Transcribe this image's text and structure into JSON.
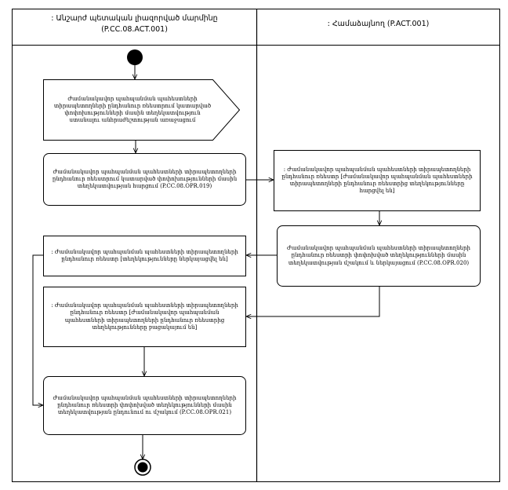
{
  "lanes": {
    "left": {
      "title": ": Անշարժ պետական լիազորված մարմինը",
      "code": "(P.CC.08.ACT.001)"
    },
    "right": {
      "title": ": Համաձայնող (P.ACT.001)"
    }
  },
  "nodes": {
    "signal_send": "Ժամանակավոր պահպանման պահեստների տիրապետողների ընդհանուր ռեեստրում կատարված փոփոխությունների մասին տեղեկատվություն ստանալու անհրաժեշտության առաջացում",
    "request": "Ժամանակավոր պահպանման պահեստների տիրապետողների ընդհանուր ռեեստրում կատարված փոփոխությունների մասին տեղեկատվության հարցում (P.CC.08.OPR.019)",
    "right_state": ": Ժամանակավոր պահպանման պահեստների տիրապետողների ընդհանուր ռեեստր [Ժամանակավոր պահպանման պահեստների տիրապետողների ընդհանուր ռեեստրից տեղեկությունները հարցվել են]",
    "right_action": "Ժամանակավոր պահպանման պահեստների տիրապետողների ընդհանուր ռեեստրի փոփոխված տեղեկությունների մասին տեղեկատվության մշակում և ներկայացում (P.CC.08.OPR.020)",
    "left_state1": ": Ժամանակավոր պահպանման պահեստների տիրապետողների ընդհանուր ռեեստր [տեղեկությունները ներկայացվել են]",
    "left_state2": ": Ժամանակավոր պահպանման պահեստների տիրապետողների ընդհանուր ռեեստր [Ժամանակավոր պահպանման պահեստների տիրապետողների ընդհանուր ռեեստրից տեղեկությունները բացակայում են]",
    "final_action": "Ժամանակավոր պահպանման պահեստների տիրապետողների ընդհանուր ռեեստրի փոփոխված տեղեկությունների մասին տեղեկատվության ընդունում ու մշակում (P.CC.08.OPR.021)"
  }
}
